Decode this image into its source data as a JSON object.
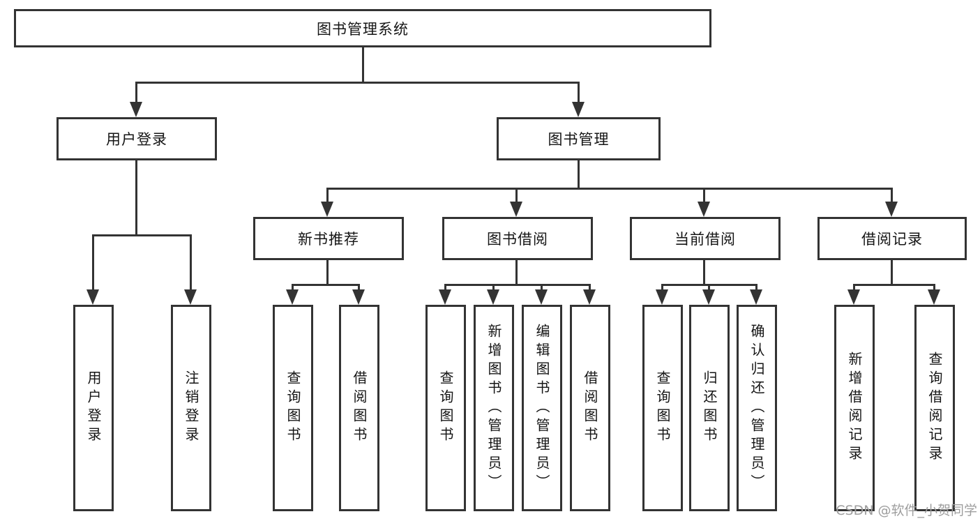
{
  "diagram": {
    "root": {
      "label": "图书管理系统"
    },
    "user_login": {
      "label": "用户登录",
      "children": {
        "login": {
          "label": "用户登录"
        },
        "logout": {
          "label": "注销登录"
        }
      }
    },
    "book_mgmt": {
      "label": "图书管理",
      "children": {
        "new_books": {
          "label": "新书推荐",
          "children": {
            "query_books": {
              "label": "查询图书"
            },
            "borrow_books": {
              "label": "借阅图书"
            }
          }
        },
        "book_borrow": {
          "label": "图书借阅",
          "children": {
            "query_books": {
              "label": "查询图书"
            },
            "add_books": {
              "label": "新增图书（管理员）"
            },
            "edit_books": {
              "label": "编辑图书（管理员）"
            },
            "borrow_books": {
              "label": "借阅图书"
            }
          }
        },
        "current_borrow": {
          "label": "当前借阅",
          "children": {
            "query_books": {
              "label": "查询图书"
            },
            "return_books": {
              "label": "归还图书"
            },
            "confirm_return": {
              "label": "确认归还（管理员）"
            }
          }
        },
        "borrow_records": {
          "label": "借阅记录",
          "children": {
            "add_record": {
              "label": "新增借阅记录"
            },
            "query_record": {
              "label": "查询借阅记录"
            }
          }
        }
      }
    }
  },
  "watermark": {
    "text": "CSDN @软件_小贺同学"
  },
  "colors": {
    "line": "#333333",
    "box_border": "#333333",
    "box_fill": "#ffffff",
    "text": "#151515",
    "watermark": "#9e9e9e",
    "background": "#ffffff"
  }
}
